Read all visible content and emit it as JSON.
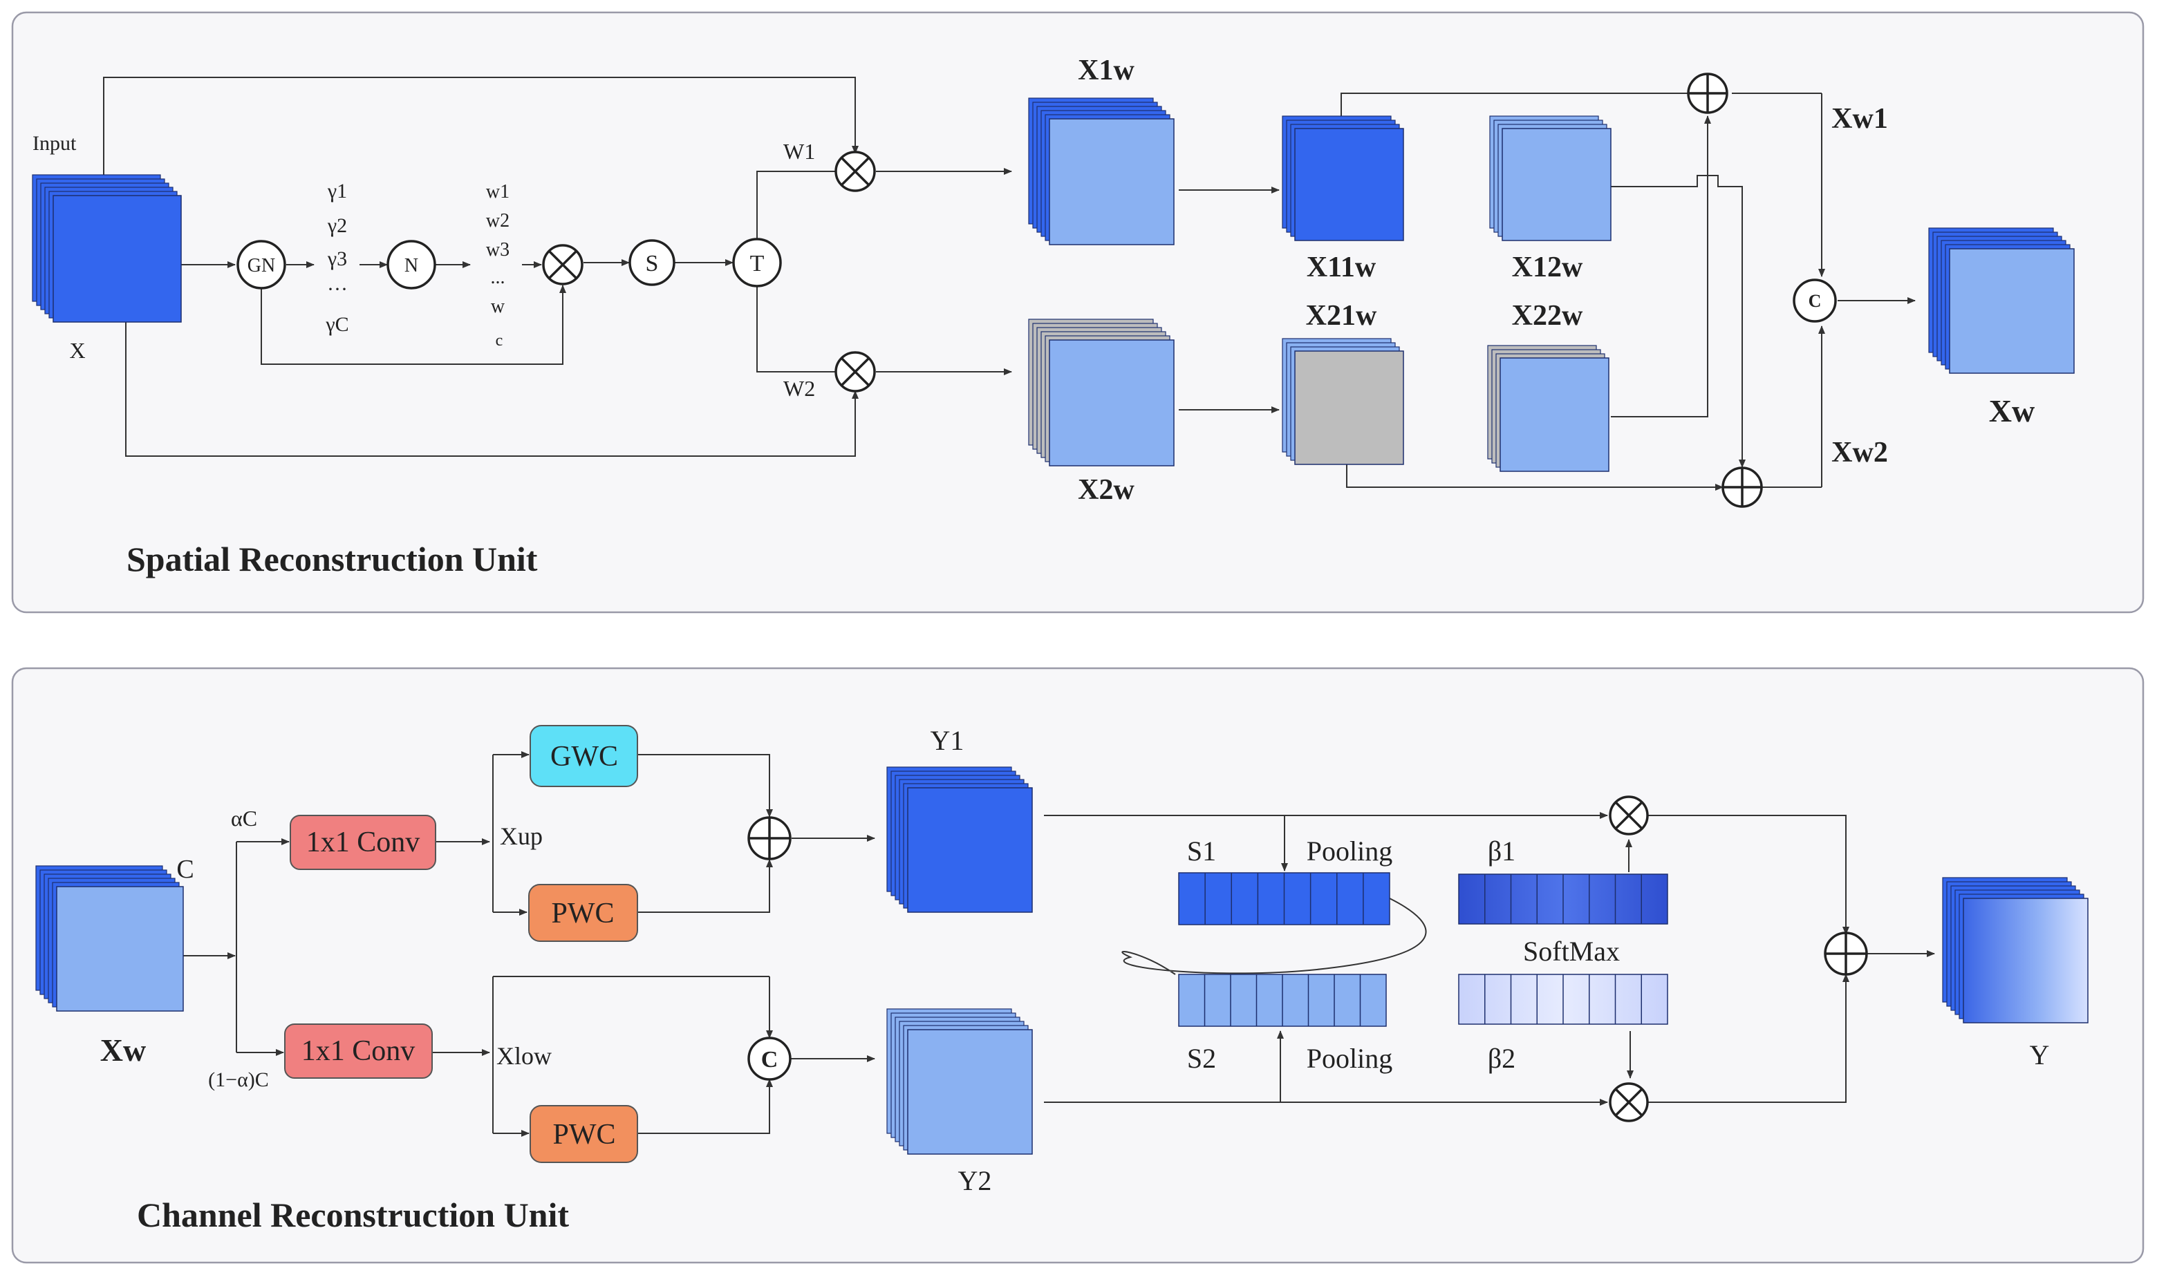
{
  "colors": {
    "panel_bg": "#f7f7f9",
    "panel_border": "#9a9aa8",
    "cube_dark": "#3366ee",
    "cube_light": "#8ab1f2",
    "cube_gray": "#bdbdbd",
    "gwc": "#5ee0f7",
    "pwc": "#f2905e",
    "conv": "#f08080"
  },
  "sru": {
    "title": "Spatial Reconstruction Unit",
    "input_label": "Input",
    "x_label": "X",
    "gn": "GN",
    "n": "N",
    "s": "S",
    "t": "T",
    "gammas": [
      "γ1",
      "γ2",
      "γ3",
      "···",
      "γC"
    ],
    "ws": [
      "w1",
      "w2",
      "w3",
      "...",
      "w",
      "c"
    ],
    "w1": "W1",
    "w2": "W2",
    "x1w": "X1w",
    "x2w": "X2w",
    "x11w": "X11w",
    "x12w": "X12w",
    "x21w": "X21w",
    "x22w": "X22w",
    "xw1": "Xw1",
    "xw2": "Xw2",
    "xw": "Xw",
    "concat": "C"
  },
  "cru": {
    "title": "Channel Reconstruction Unit",
    "xw": "Xw",
    "c": "C",
    "alpha_c": "αC",
    "one_minus_alpha_c": "(1−α)C",
    "conv_top": "1x1 Conv",
    "conv_bottom": "1x1 Conv",
    "xup": "Xup",
    "xlow": "Xlow",
    "gwc": "GWC",
    "pwc_top": "PWC",
    "pwc_bottom": "PWC",
    "concat": "C",
    "y1": "Y1",
    "y2": "Y2",
    "s1": "S1",
    "s2": "S2",
    "pooling_top": "Pooling",
    "pooling_bottom": "Pooling",
    "beta1": "β1",
    "beta2": "β2",
    "softmax": "SoftMax",
    "y": "Y"
  }
}
